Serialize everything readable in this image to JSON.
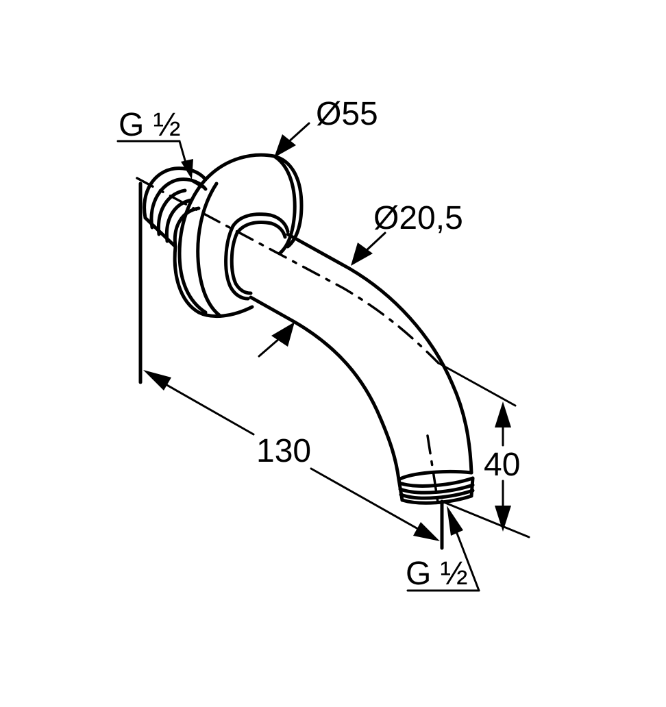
{
  "drawing": {
    "subject": "shower arm with wall flange",
    "line_color": "#000000",
    "background": "#ffffff"
  },
  "dimensions": {
    "thread_inlet": {
      "label": "G ½"
    },
    "flange_diameter": {
      "label": "Ø55"
    },
    "arm_diameter": {
      "label": "Ø20,5"
    },
    "projection_length": {
      "label": "130"
    },
    "drop_height": {
      "label": "40"
    },
    "thread_outlet": {
      "label": "G ½"
    }
  }
}
